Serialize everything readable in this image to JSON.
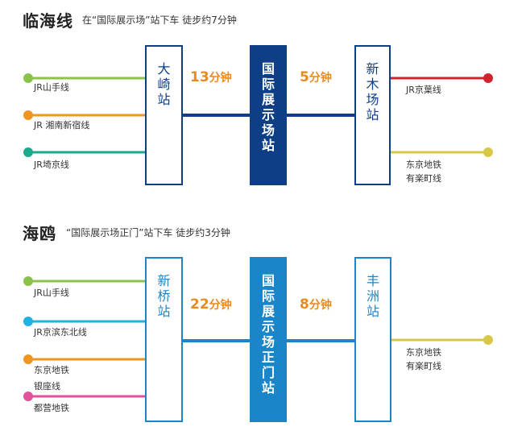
{
  "colors": {
    "navy": "#0e3f86",
    "blue": "#1a86c9",
    "orange": "#ea8a1f",
    "green": "#8bc34a",
    "jr_orange": "#f0961e",
    "teal": "#1aab8f",
    "red": "#d1222d",
    "yellow": "#d8c84a",
    "cyan": "#1fb2e2",
    "pink": "#e0529b"
  },
  "rinkai": {
    "title": "临海线",
    "subtitle": "在“国际展示场”站下车 徒步约7分钟",
    "left_lines": [
      {
        "label": "JR山手线",
        "color": "green"
      },
      {
        "label": "JR 湘南新宿线",
        "color": "jr_orange"
      },
      {
        "label": "JR埼京线",
        "color": "teal"
      }
    ],
    "station_left": "大崎站",
    "time_left": {
      "num": "13",
      "unit": "分钟"
    },
    "station_center": "国际展示场站",
    "time_right": {
      "num": "5",
      "unit": "分钟"
    },
    "station_right": "新木场站",
    "right_lines": [
      {
        "label": "JR京葉线",
        "color": "red"
      },
      {
        "label": "东京地铁",
        "label2": "有楽町线",
        "color": "yellow"
      }
    ]
  },
  "yurikamome": {
    "title": "海鸥",
    "subtitle": "“国际展示场正门”站下车 徒步约3分钟",
    "left_lines": [
      {
        "label": "JR山手线",
        "color": "green"
      },
      {
        "label": "JR京滨东北线",
        "color": "cyan"
      },
      {
        "label": "东京地铁",
        "label2": "银座线",
        "color": "jr_orange"
      },
      {
        "label": "都营地铁",
        "color": "pink"
      }
    ],
    "station_left": "新桥站",
    "time_left": {
      "num": "22",
      "unit": "分钟"
    },
    "station_center": "国际展示场正门站",
    "time_right": {
      "num": "8",
      "unit": "分钟"
    },
    "station_right": "丰洲站",
    "right_lines": [
      {
        "label": "东京地铁",
        "label2": "有楽町线",
        "color": "yellow"
      }
    ]
  }
}
